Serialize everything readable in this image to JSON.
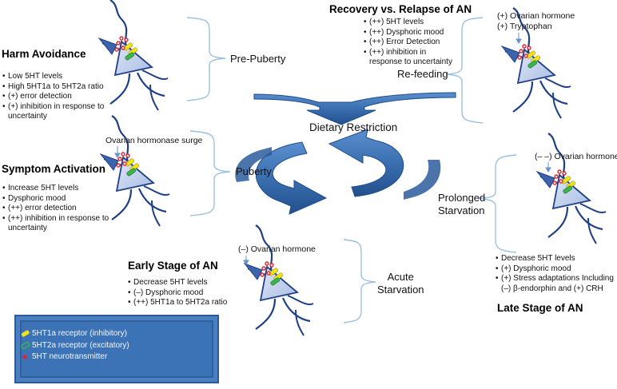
{
  "title_center": "Dietary Restriction",
  "stages": {
    "pre_puberty": "Pre-Puberty",
    "puberty": "Puberty",
    "re_feeding": "Re-feeding",
    "prolonged": "Prolonged\nStarvation",
    "acute": "Acute\nStarvation"
  },
  "harm_avoidance": {
    "heading": "Harm Avoidance",
    "items": [
      "Low 5HT levels",
      "High 5HT1a to 5HT2a ratio",
      "(+) error detection",
      "(+) inhibition in response to uncertainty"
    ]
  },
  "symptom_activation": {
    "heading": "Symptom Activation",
    "note": "Ovarian hormonase surge",
    "items": [
      "Increase 5HT levels",
      "Dysphoric mood",
      "(++) error detection",
      "(++) inhibition in response to uncertainty"
    ]
  },
  "early_stage": {
    "heading": "Early Stage of AN",
    "note": "(–) Ovarian hormone",
    "items": [
      "Decrease 5HT levels",
      "(–) Dysphoric mood",
      "(++) 5HT1a to 5HT2a ratio"
    ]
  },
  "recovery": {
    "heading": "Recovery vs. Relapse of AN",
    "items": [
      "(++) 5HT levels",
      "(++) Dysphoric mood",
      "(++) Error Detection",
      "(++) inhibition in response to uncertainty"
    ],
    "note_line1": "(+) Ovarian hormone",
    "note_line2": "(+) Tryptophan"
  },
  "late_stage": {
    "heading": "Late Stage of AN",
    "note": "(– –) Ovarian hormone",
    "items": [
      "Decrease 5HT levels",
      "(+) Dysphoric mood",
      "(+) Stress adaptations Including (–) β-endorphin and (+) CRH"
    ]
  },
  "legend": {
    "items": [
      {
        "label": "5HT1a receptor (inhibitory)",
        "color": "#f2e21c"
      },
      {
        "label": "5HT2a receptor (excitatory)",
        "color": "#39b54a"
      },
      {
        "label": "5HT neurotransmitter",
        "color": "#e8202a"
      }
    ]
  },
  "colors": {
    "cycle_arrow": "#3a6fb0",
    "neuron_fill": "#b7c6e6",
    "axon": "#1f3f86",
    "bracket": "#9cc0e0"
  }
}
